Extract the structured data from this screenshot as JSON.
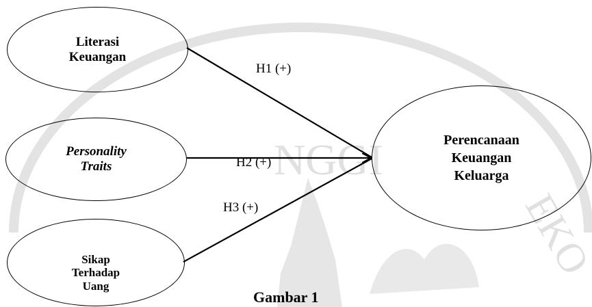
{
  "nodes": {
    "literasi": {
      "lines": [
        "Literasi",
        "Keuangan"
      ]
    },
    "personality": {
      "lines": [
        "Personality",
        "Traits"
      ]
    },
    "sikap": {
      "lines": [
        "Sikap",
        "Terhadap",
        "Uang"
      ]
    },
    "perencanaan": {
      "lines": [
        "Perencanaan",
        "Keuangan",
        "Keluarga"
      ]
    }
  },
  "hypotheses": {
    "h1": "H1 (+)",
    "h2": "H2 (+)",
    "h3": "H3 (+)"
  },
  "caption": "Gambar 1",
  "watermark": {
    "text": "NGGI",
    "text_right": "EKO",
    "color": "#d8d8d8"
  }
}
